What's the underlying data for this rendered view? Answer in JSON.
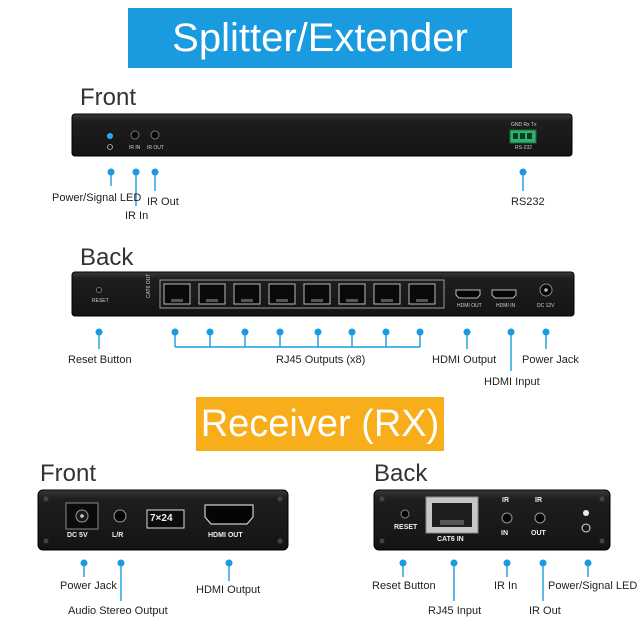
{
  "tx": {
    "title": "Splitter/Extender (TX)",
    "front": {
      "heading": "Front",
      "panel_text": {
        "ir_in": "IR IN",
        "ir_out": "IR OUT",
        "rs232_pins": "GND Rx Tx",
        "rs232": "RS-232"
      },
      "callouts": {
        "power_led": "Power/Signal LED",
        "ir_in": "IR In",
        "ir_out": "IR Out",
        "rs232": "RS232"
      }
    },
    "back": {
      "heading": "Back",
      "panel_text": {
        "reset": "RESET",
        "cat6": "CAT6 OUT",
        "hdmi_out": "HDMI OUT",
        "hdmi_in": "HDMI IN",
        "dc": "DC 12V"
      },
      "callouts": {
        "reset": "Reset Button",
        "rj45": "RJ45 Outputs (x8)",
        "hdmi_out": "HDMI Output",
        "hdmi_in": "HDMI Input",
        "power": "Power Jack"
      }
    }
  },
  "rx": {
    "title": "Receiver (RX)",
    "front": {
      "heading": "Front",
      "panel_text": {
        "dc": "DC 5V",
        "lr": "L/R",
        "badge": "7×24",
        "hdmi_out": "HDMI OUT"
      },
      "callouts": {
        "power": "Power Jack",
        "audio": "Audio Stereo Output",
        "hdmi": "HDMI Output"
      }
    },
    "back": {
      "heading": "Back",
      "panel_text": {
        "reset": "RESET",
        "cat6": "CAT6 IN",
        "ir_in_top": "IR",
        "ir_in_bottom": "IN",
        "ir_out_top": "IR",
        "ir_out_bottom": "OUT"
      },
      "callouts": {
        "reset": "Reset Button",
        "rj45": "RJ45 Input",
        "ir_in": "IR In",
        "ir_out": "IR Out",
        "power_led": "Power/Signal LED"
      }
    }
  },
  "colors": {
    "tx_banner": "#1a9be0",
    "rx_banner": "#f8ad1b",
    "callout": "#1a9be0",
    "device": "#1c1c1c"
  }
}
